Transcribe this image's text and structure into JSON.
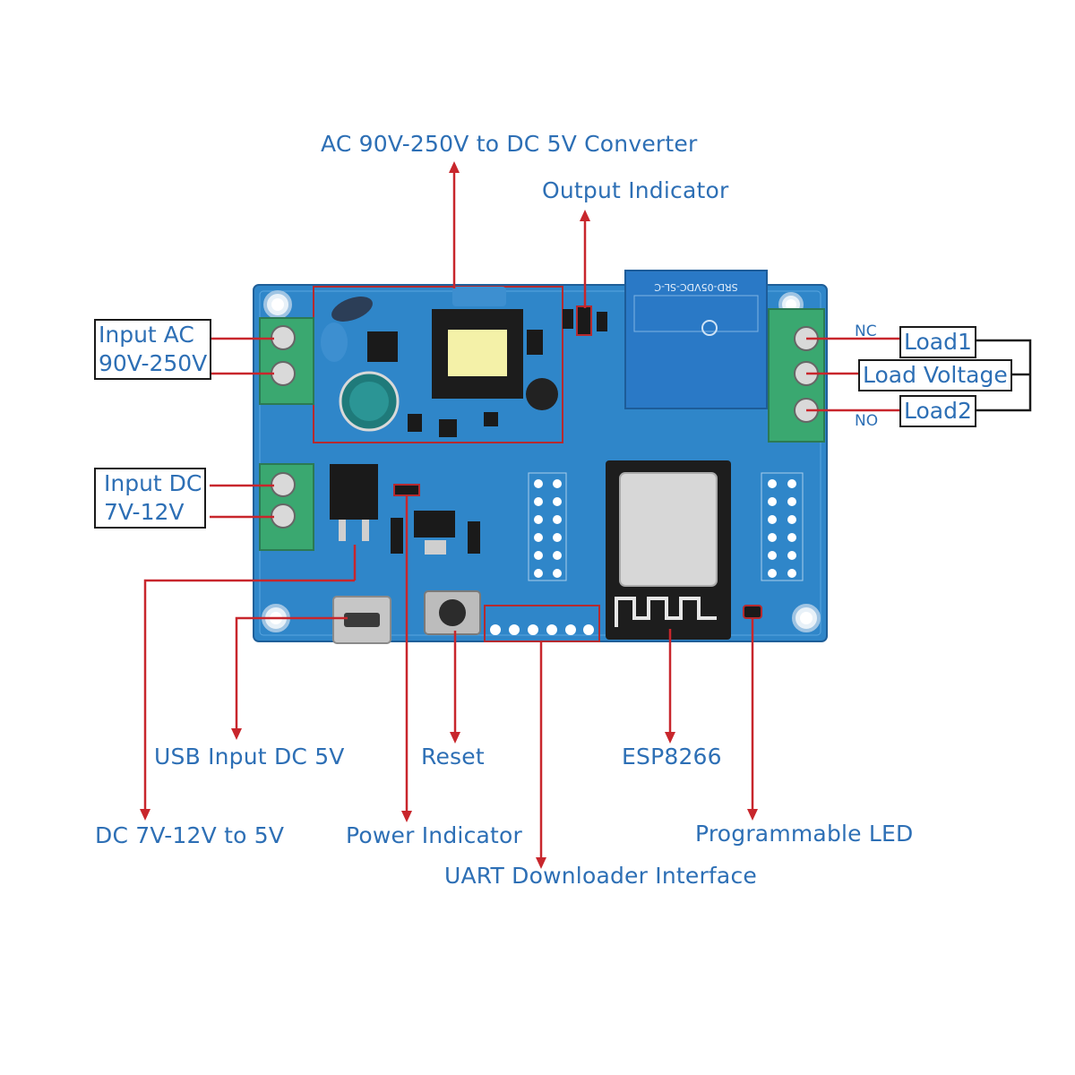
{
  "diagram": {
    "callouts": {
      "ac_converter": "AC 90V-250V to DC 5V Converter",
      "output_indicator": "Output Indicator",
      "usb_input": "USB Input DC 5V",
      "reset": "Reset",
      "esp8266": "ESP8266",
      "dc_converter": "DC 7V-12V to 5V",
      "power_indicator": "Power Indicator",
      "programmable_led": "Programmable LED",
      "uart": "UART Downloader Interface"
    },
    "inputs": {
      "ac_line1": "Input AC",
      "ac_line2": "90V-250V",
      "dc_line1": "Input DC",
      "dc_line2": "7V-12V"
    },
    "relay_outputs": {
      "nc": "NC",
      "no": "NO",
      "load1": "Load1",
      "load_voltage": "Load Voltage",
      "load2": "Load2"
    },
    "board_text": {
      "relay_model": "SRD-05VDC-SL-C"
    },
    "colors": {
      "board": "#2f86c9",
      "pointer": "#c8262c",
      "label": "#2d6fb5",
      "relay": "#2a79c6",
      "terminal": "#3aa870"
    },
    "icons": [
      "relay-icon",
      "terminal-block-icon",
      "esp8266-module-icon",
      "transformer-icon",
      "capacitor-icon",
      "reset-button-icon",
      "usb-port-icon",
      "pin-header-icon"
    ]
  }
}
